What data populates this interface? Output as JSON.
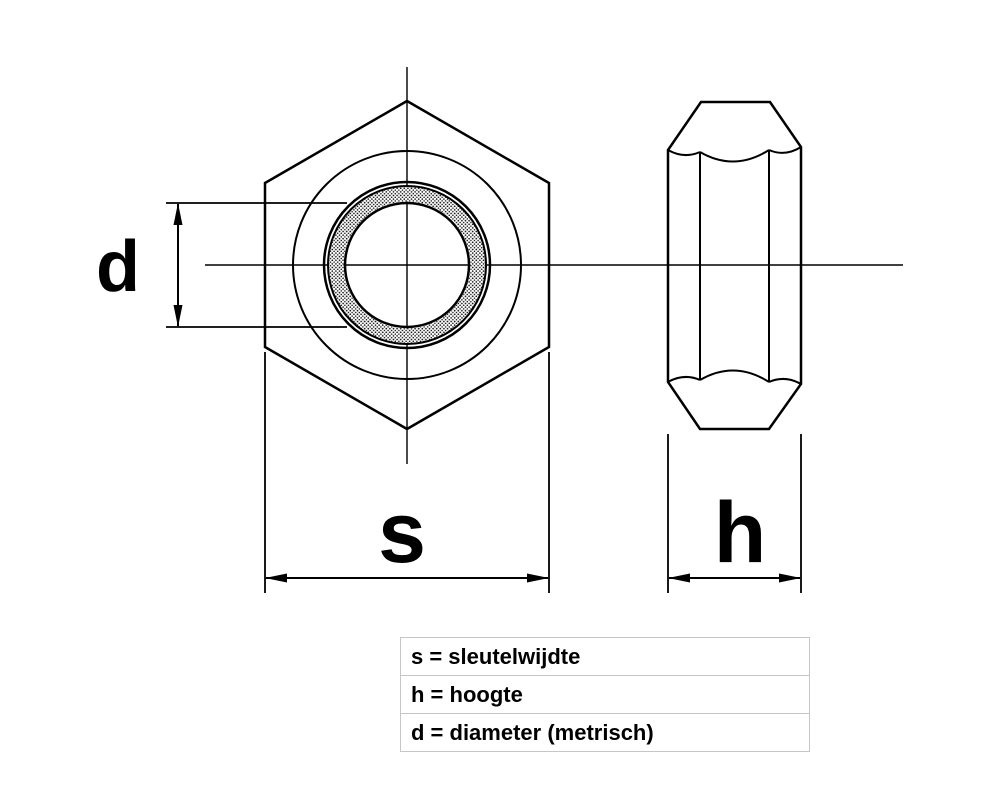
{
  "drawing": {
    "label_d": "d",
    "label_s": "s",
    "label_h": "h"
  },
  "legend": {
    "rows": [
      {
        "text": "s = sleutelwijdte"
      },
      {
        "text": "h = hoogte"
      },
      {
        "text": "d = diameter (metrisch)"
      }
    ]
  },
  "colors": {
    "line": "#000000",
    "background": "#ffffff",
    "legend_border": "#c6c6c6"
  }
}
